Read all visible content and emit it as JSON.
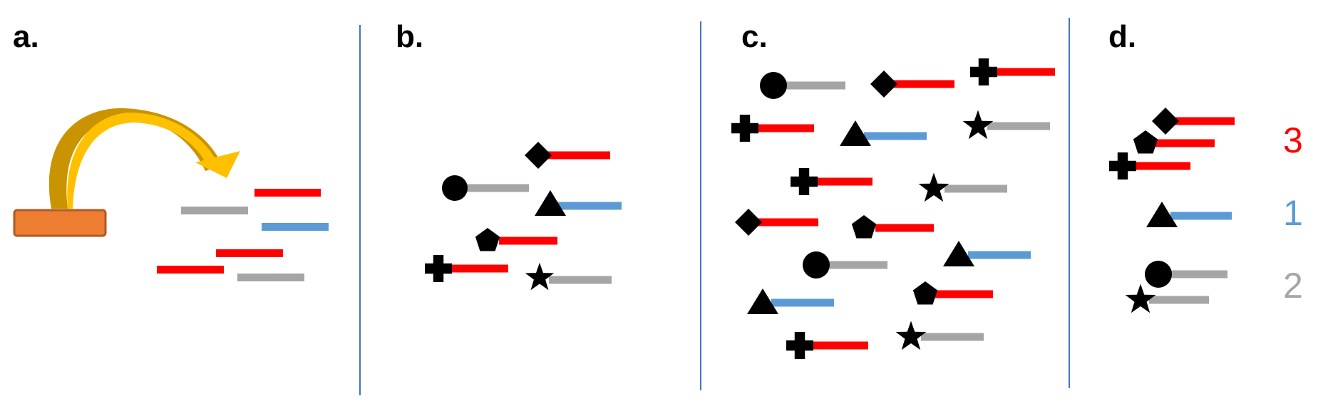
{
  "panels": {
    "a": {
      "label": "a."
    },
    "b": {
      "label": "b."
    },
    "c": {
      "label": "c."
    },
    "d": {
      "label": "d."
    }
  },
  "colors": {
    "red": "#ff0000",
    "blue": "#5b9bd5",
    "gray": "#a5a5a5",
    "divider": "#4472c4",
    "box_fill": "#ed7d31",
    "box_stroke": "#ae5a21",
    "arrow_light": "#ffc000",
    "arrow_dark": "#c99400",
    "glyph": "#000000"
  },
  "counts": [
    {
      "value": "3",
      "color": "red"
    },
    {
      "value": "1",
      "color": "blue"
    },
    {
      "value": "2",
      "color": "gray"
    }
  ]
}
